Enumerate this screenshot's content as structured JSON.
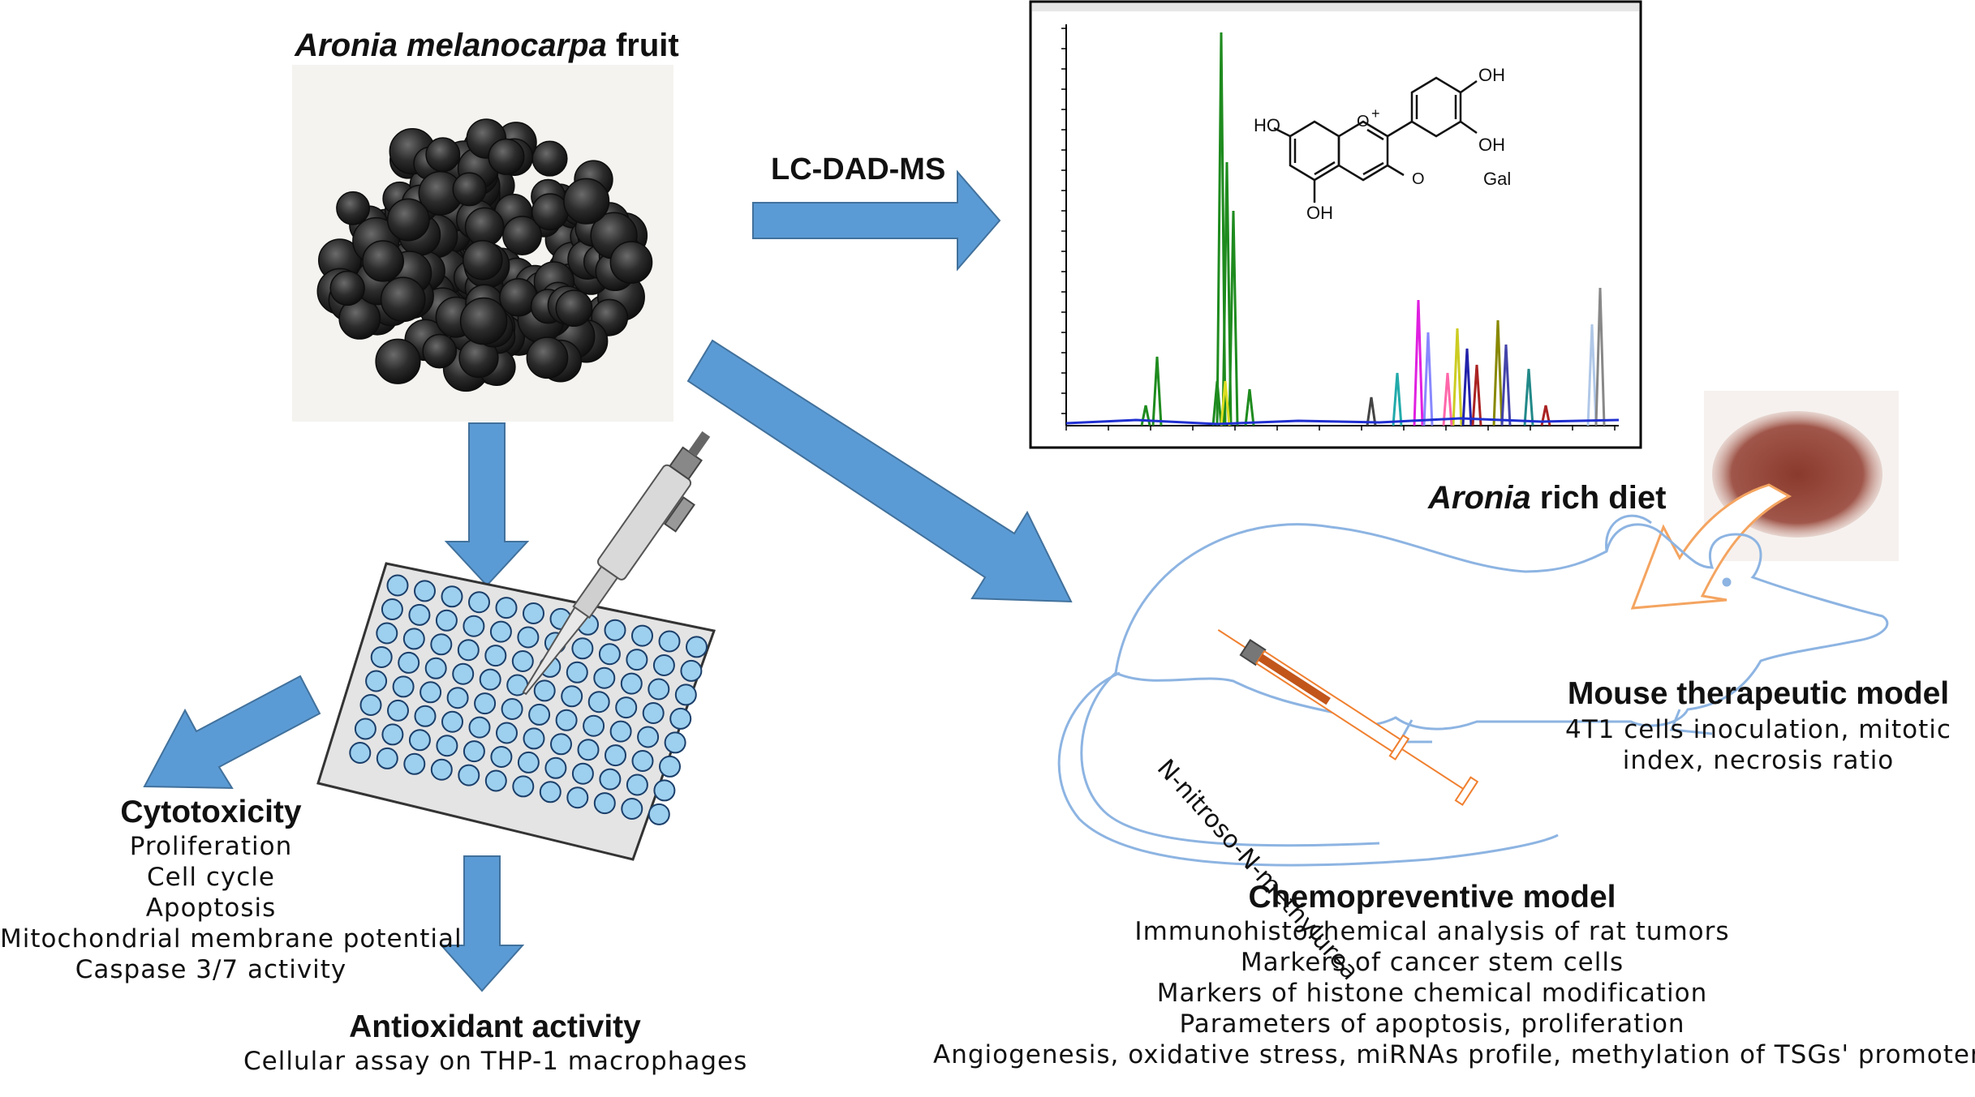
{
  "fruit": {
    "title_italic": "Aronia melanocarpa",
    "title_rest": " fruit"
  },
  "lcms": {
    "label": "LC-DAD-MS",
    "molecule": {
      "oh_left": "HO",
      "oh_top": "OH",
      "oh_right": "OH",
      "oh_bottom": "OH",
      "cation": "+",
      "sugar": "Gal",
      "ring_o": "O"
    }
  },
  "diet": {
    "title_italic": "Aronia",
    "title_rest": " rich diet"
  },
  "injection": {
    "label": "N-nitroso-N-methylurea"
  },
  "mouse_model": {
    "title": "Mouse therapeutic model",
    "lines": [
      "4T1 cells inoculation, mitotic",
      "index, necrosis ratio"
    ]
  },
  "chemo_model": {
    "title": "Chemopreventive model",
    "lines": [
      "Immunohistochemical analysis of rat tumors",
      "Markers of cancer stem cells",
      "Markers of histone chemical modification",
      "Parameters of apoptosis, proliferation",
      "Angiogenesis, oxidative stress, miRNAs profile, methylation of TSGs' promoters"
    ]
  },
  "cytotoxicity": {
    "title": "Cytotoxicity",
    "lines": [
      "Proliferation",
      "Cell cycle",
      "Apoptosis",
      "Mitochondrial membrane potential",
      "Caspase 3/7 activity"
    ]
  },
  "antioxidant": {
    "title": "Antioxidant activity",
    "lines": [
      "Cellular assay on THP-1 macrophages"
    ]
  },
  "colors": {
    "arrow_blue": "#5B9BD5",
    "arrow_edge": "#41719C",
    "mouse_outline": "#8DB4E2",
    "diet_arrow": "#F4A460",
    "chrom_green": "#1E8B1E"
  }
}
